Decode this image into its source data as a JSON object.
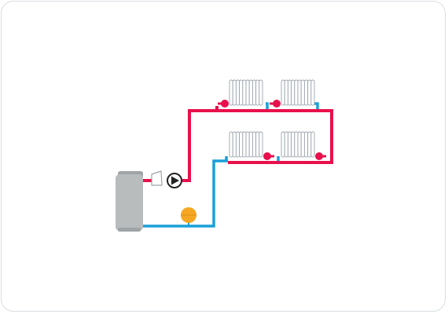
{
  "diagram": {
    "type": "heating-system-schematic",
    "colors": {
      "supply": "#e8104c",
      "return": "#1aa0d8",
      "radiator_fill": "#ffffff",
      "radiator_stroke": "#9aa3ab",
      "boiler_body": "#b8bcbd",
      "boiler_cap": "#9fa4a6",
      "expansion_vessel": "#f5a623",
      "pump_stroke": "#222222",
      "valve_fill": "#e8104c",
      "card_border": "#d9dde2"
    },
    "components": [
      {
        "id": "boiler",
        "icon": "boiler-icon"
      },
      {
        "id": "valve",
        "icon": "valve-icon"
      },
      {
        "id": "pump",
        "icon": "circulation-pump-icon"
      },
      {
        "id": "expansion-vessel",
        "icon": "expansion-vessel-icon"
      },
      {
        "id": "radiator-upper-left",
        "icon": "radiator-icon"
      },
      {
        "id": "radiator-upper-right",
        "icon": "radiator-icon"
      },
      {
        "id": "radiator-lower-left",
        "icon": "radiator-icon"
      },
      {
        "id": "radiator-lower-right",
        "icon": "radiator-icon"
      }
    ],
    "radiator_fins": 10
  }
}
